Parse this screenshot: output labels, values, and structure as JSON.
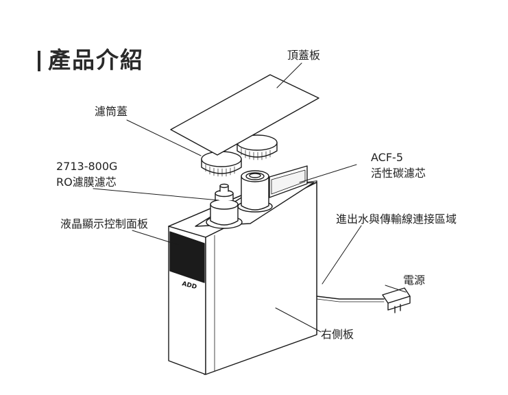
{
  "header": {
    "title": "產品介紹"
  },
  "labels": {
    "top_cover": "頂蓋板",
    "filter_cap": "濾筒蓋",
    "ro_model": "2713-800G",
    "ro_name": "RO濾膜濾芯",
    "acf_model": "ACF-5",
    "acf_name": "活性碳濾芯",
    "lcd_panel": "液晶顯示控制面板",
    "ports": "進出水與傳輸線連接區域",
    "power": "電源",
    "right_side": "右側板",
    "logo": "ADD"
  },
  "colors": {
    "line": "#1a1a1a",
    "panel": "#1b1b1b",
    "title": "#2a2a2a"
  }
}
